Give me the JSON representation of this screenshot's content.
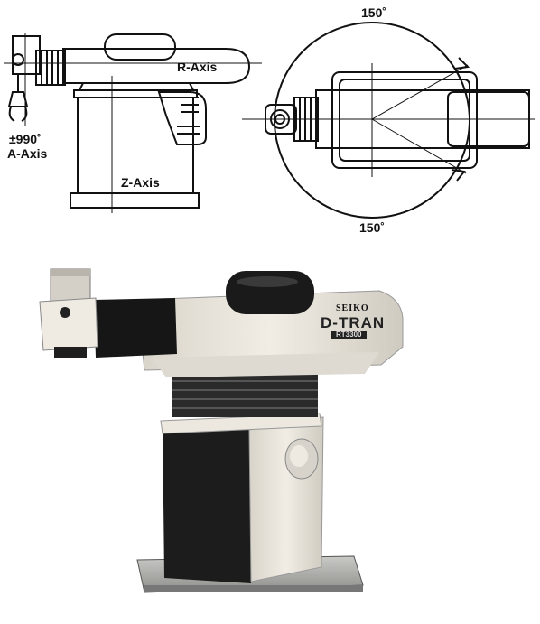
{
  "side_view": {
    "r_axis_label": "R-Axis",
    "a_axis_range": "±990˚",
    "a_axis_label": "A-Axis",
    "z_axis_label": "Z-Axis"
  },
  "top_view": {
    "angle_top": "150˚",
    "angle_bottom": "150˚"
  },
  "photo": {
    "brand_text": "SEIKO",
    "model_logo": "D-TRAN",
    "model_plate": "RT3300"
  },
  "colors": {
    "ink": "#111111",
    "body_light": "#e9e5dc",
    "body_dark": "#1c1c1c",
    "bellows": "#2a2a2a",
    "base": "#b9b9b6"
  }
}
